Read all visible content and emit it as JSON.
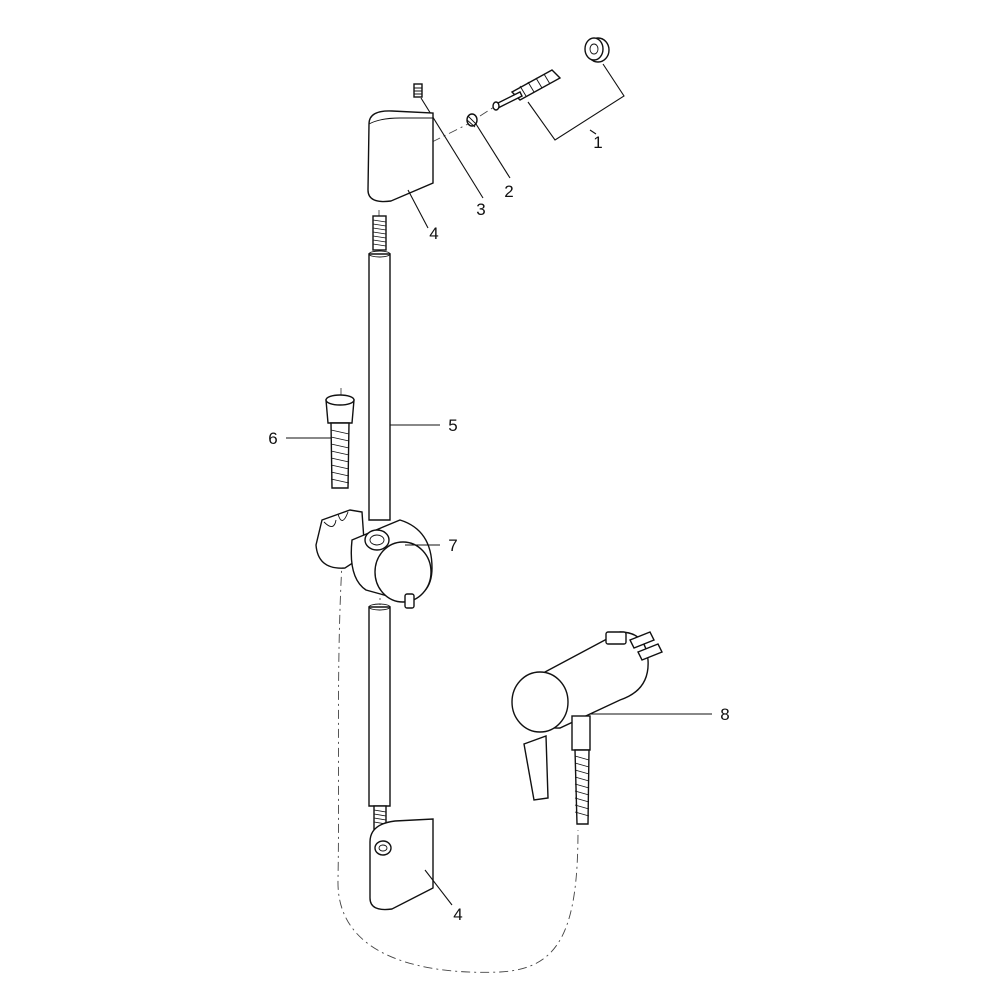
{
  "diagram": {
    "callouts": [
      {
        "id": "c1",
        "label": "1"
      },
      {
        "id": "c2",
        "label": "2"
      },
      {
        "id": "c3",
        "label": "3"
      },
      {
        "id": "c4a",
        "label": "4"
      },
      {
        "id": "c5",
        "label": "5"
      },
      {
        "id": "c6",
        "label": "6"
      },
      {
        "id": "c7",
        "label": "7"
      },
      {
        "id": "c8",
        "label": "8"
      },
      {
        "id": "c4b",
        "label": "4"
      }
    ]
  }
}
